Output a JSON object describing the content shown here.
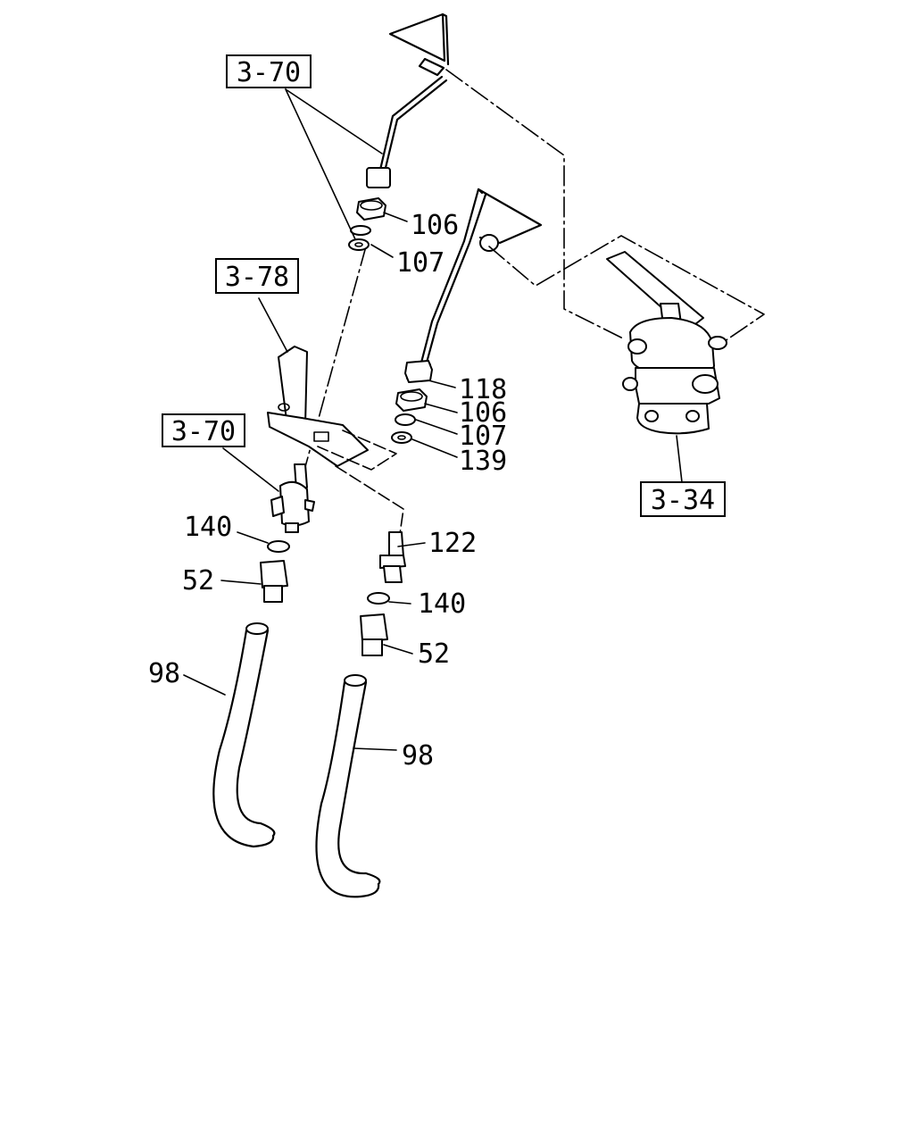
{
  "ref_boxes": [
    {
      "id": "ref-3-70-top",
      "label": "3-70"
    },
    {
      "id": "ref-3-78",
      "label": "3-78"
    },
    {
      "id": "ref-3-70-mid",
      "label": "3-70"
    },
    {
      "id": "ref-3-34",
      "label": "3-34"
    }
  ],
  "callouts": {
    "c106a": "106",
    "c107a": "107",
    "c118": "118",
    "c106b": "106",
    "c107b": "107",
    "c139": "139",
    "c140a": "140",
    "c122": "122",
    "c52a": "52",
    "c140b": "140",
    "c52b": "52",
    "c98a": "98",
    "c98b": "98"
  }
}
